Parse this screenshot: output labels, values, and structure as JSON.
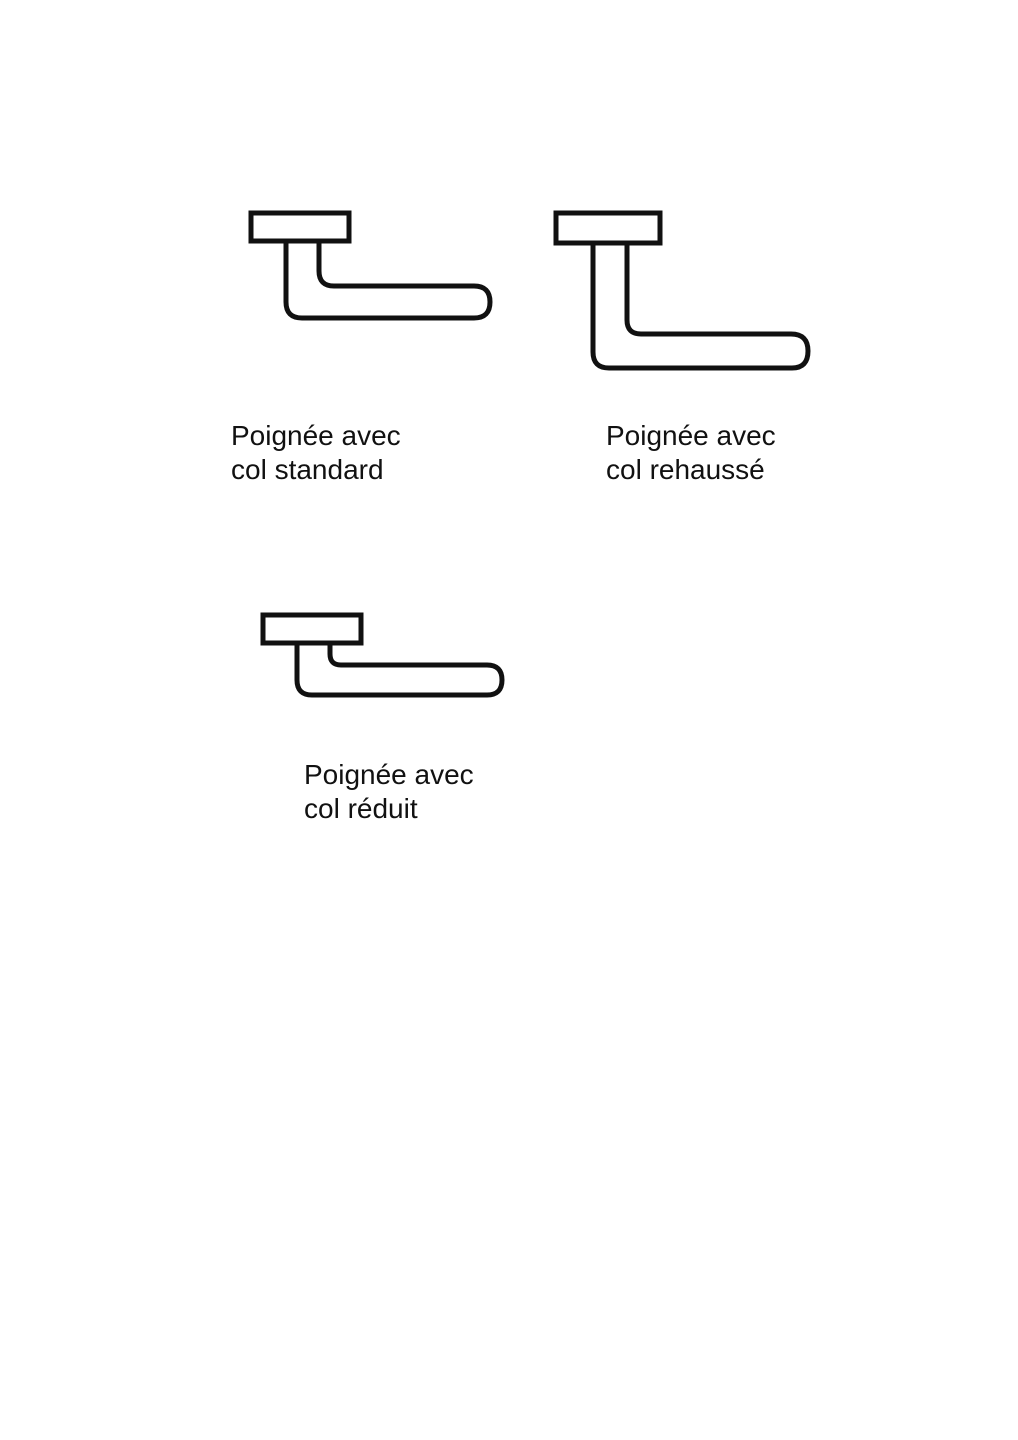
{
  "handles": [
    {
      "id": "standard",
      "label_line1": "Poignée avec",
      "label_line2": "col standard"
    },
    {
      "id": "rehausse",
      "label_line1": "Poignée avec",
      "label_line2": "col rehaussé"
    },
    {
      "id": "reduit",
      "label_line1": "Poignée avec",
      "label_line2": "col réduit"
    }
  ],
  "colors": {
    "stroke": "#111111",
    "background": "#ffffff"
  }
}
